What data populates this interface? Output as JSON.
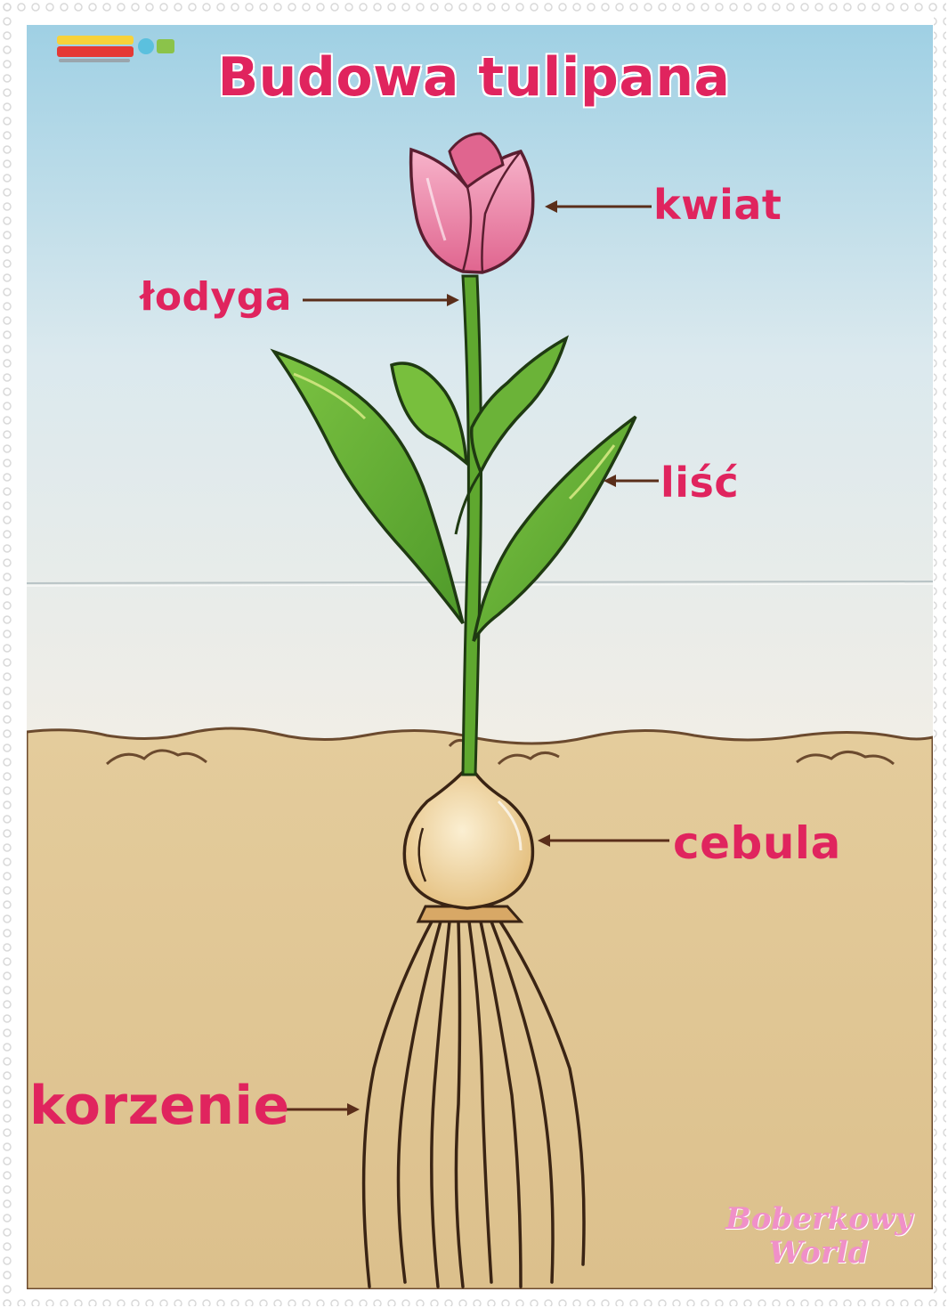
{
  "title": "Budowa tulipana",
  "labels": {
    "kwiat": "kwiat",
    "lodyga": "łodyga",
    "lisc": "liść",
    "cebula": "cebula",
    "korzenie": "korzenie"
  },
  "watermark": {
    "line1": "Boberkowy",
    "line2": "World"
  },
  "colors": {
    "label": "#e0245e",
    "sky_top": "#9fd0e4",
    "sky_bottom": "#f2eee6",
    "soil": "#e2c89a",
    "petal": "#ef8fb0",
    "leaf": "#6bb338",
    "bulb": "#f1d7a4",
    "watermark": "#f090c8"
  }
}
